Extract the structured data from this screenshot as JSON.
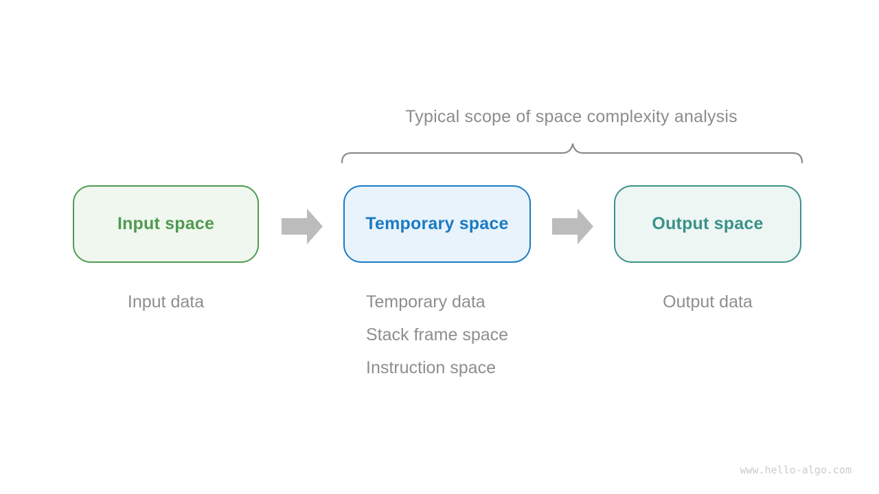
{
  "title": "Typical scope of space complexity analysis",
  "boxes": [
    {
      "label": "Input space",
      "border_color": "#4e9a51",
      "fill_color": "#f0f7ee",
      "text_color": "#4e9a51"
    },
    {
      "label": "Temporary space",
      "border_color": "#1a7ac2",
      "fill_color": "#e8f3fc",
      "text_color": "#1a7ac2"
    },
    {
      "label": "Output space",
      "border_color": "#3a9188",
      "fill_color": "#edf6f3",
      "text_color": "#3a9188"
    }
  ],
  "captions": {
    "input": "Input data",
    "temporary": [
      "Temporary data",
      "Stack frame space",
      "Instruction space"
    ],
    "output": "Output data"
  },
  "watermark": "www.hello-algo.com",
  "arrow_color": "#bcbcbc",
  "brace_color": "#8a8a8a"
}
